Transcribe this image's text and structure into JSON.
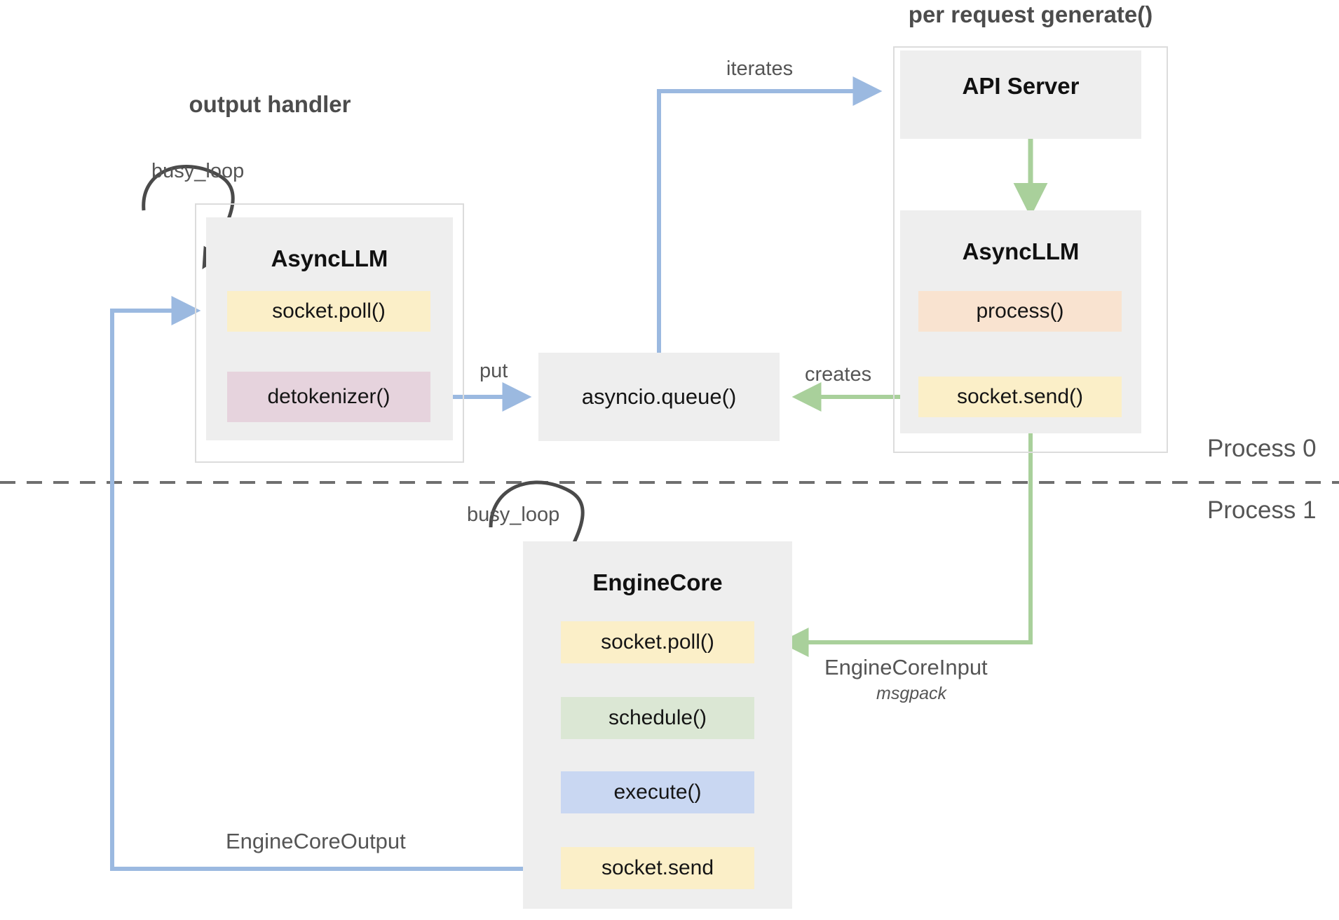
{
  "diagram": {
    "title_left": "output handler",
    "title_right": "per request generate()",
    "process_top": "Process 0",
    "process_bottom": "Process 1"
  },
  "colors": {
    "node_bg": "#eeeeee",
    "panel_border": "#dcdcdc",
    "chip_yellow": "#fbefc8",
    "chip_pink": "#e6d3dd",
    "chip_peach": "#f9e3d0",
    "chip_green": "#dbe7d4",
    "chip_blue": "#c9d7f2",
    "arrow_blue": "#9bb9e0",
    "arrow_green": "#a9d09b",
    "arrow_dark": "#4a4a4a",
    "text_dark": "#4a4a4a"
  },
  "left_group": {
    "title": "output handler",
    "node_title": "AsyncLLM",
    "chips": [
      {
        "label": "socket.poll()",
        "color": "chip_yellow"
      },
      {
        "label": "detokenizer()",
        "color": "chip_pink"
      }
    ],
    "self_loop_label": "busy_loop"
  },
  "right_group": {
    "title": "per request generate()",
    "nodes": [
      {
        "node_title": "API Server",
        "chips": []
      },
      {
        "node_title": "AsyncLLM",
        "chips": [
          {
            "label": "process()",
            "color": "chip_peach"
          },
          {
            "label": "socket.send()",
            "color": "chip_yellow"
          }
        ]
      }
    ]
  },
  "queue_node": {
    "label": "asyncio.queue()"
  },
  "engine_core": {
    "node_title": "EngineCore",
    "self_loop_label": "busy_loop",
    "chips": [
      {
        "label": "socket.poll()",
        "color": "chip_yellow"
      },
      {
        "label": "schedule()",
        "color": "chip_green"
      },
      {
        "label": "execute()",
        "color": "chip_blue"
      },
      {
        "label": "socket.send",
        "color": "chip_yellow"
      }
    ]
  },
  "edges": [
    {
      "name": "iterates",
      "label": "iterates"
    },
    {
      "name": "put",
      "label": "put"
    },
    {
      "name": "creates",
      "label": "creates"
    },
    {
      "name": "engine-core-input",
      "label": "EngineCoreInput",
      "sublabel": "msgpack"
    },
    {
      "name": "engine-core-output",
      "label": "EngineCoreOutput"
    }
  ]
}
